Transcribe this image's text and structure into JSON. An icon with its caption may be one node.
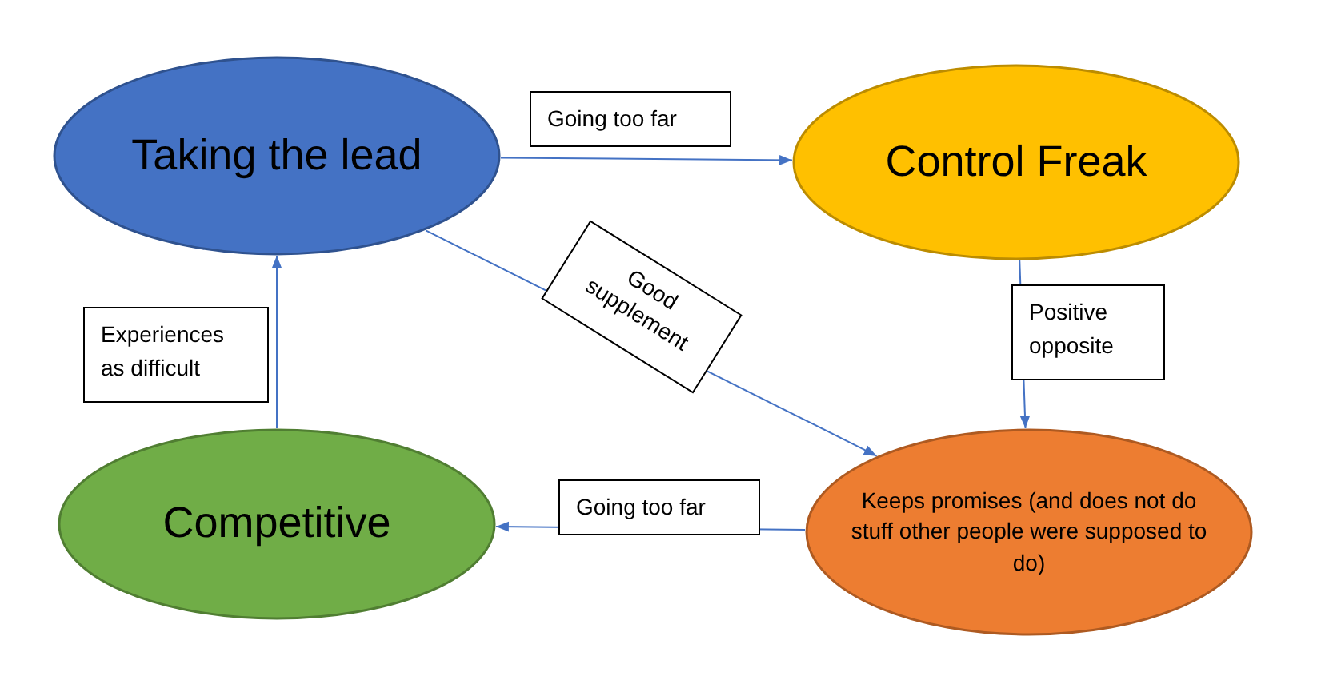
{
  "diagram": {
    "nodes": [
      {
        "text": [
          "Taking the lead"
        ]
      },
      {
        "text": [
          "Control Freak"
        ]
      },
      {
        "text": [
          "Keeps promises (and does not do stuff other people were supposed to do)"
        ]
      },
      {
        "text": [
          "Competitive"
        ]
      }
    ],
    "edges": [
      {
        "from": 0,
        "to": 1,
        "arrow": "to",
        "label": "Going too far"
      },
      {
        "from": 0,
        "to": 2,
        "arrow": "to",
        "label": "Good supplement"
      },
      {
        "from": 1,
        "to": 2,
        "arrow": "to",
        "label": "Positive opposite"
      },
      {
        "from": 2,
        "to": 3,
        "arrow": "to",
        "label": "Going too far"
      },
      {
        "from": 3,
        "to": 0,
        "arrow": "to",
        "label": "Experiences as difficult"
      }
    ]
  }
}
